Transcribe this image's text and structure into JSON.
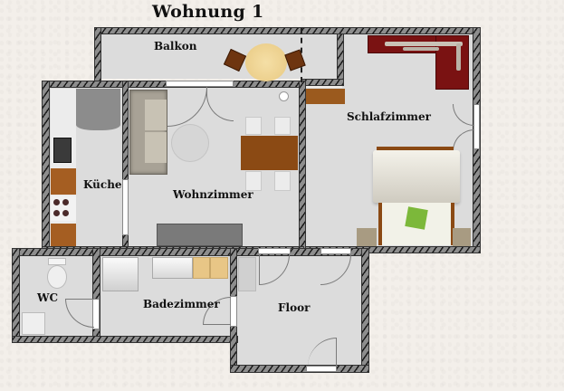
{
  "title": "Wohnung 1",
  "rooms": {
    "balkon": "Balkon",
    "schlafzimmer": "Schlafzimmer",
    "kueche": "Küche",
    "wohnzimmer": "Wohnzimmer",
    "wc": "WC",
    "badezimmer": "Badezimmer",
    "floor": "Floor"
  },
  "colors": {
    "wall_dark": "#1b1b1b",
    "wall_light": "#8d8d8d",
    "floor": "#dcdcdc",
    "background": "#f3efea",
    "sofa_red": "#7a1212",
    "wood": "#8b4a14",
    "table_round": "#f0d79a",
    "pillow_green": "#7cb83a"
  }
}
